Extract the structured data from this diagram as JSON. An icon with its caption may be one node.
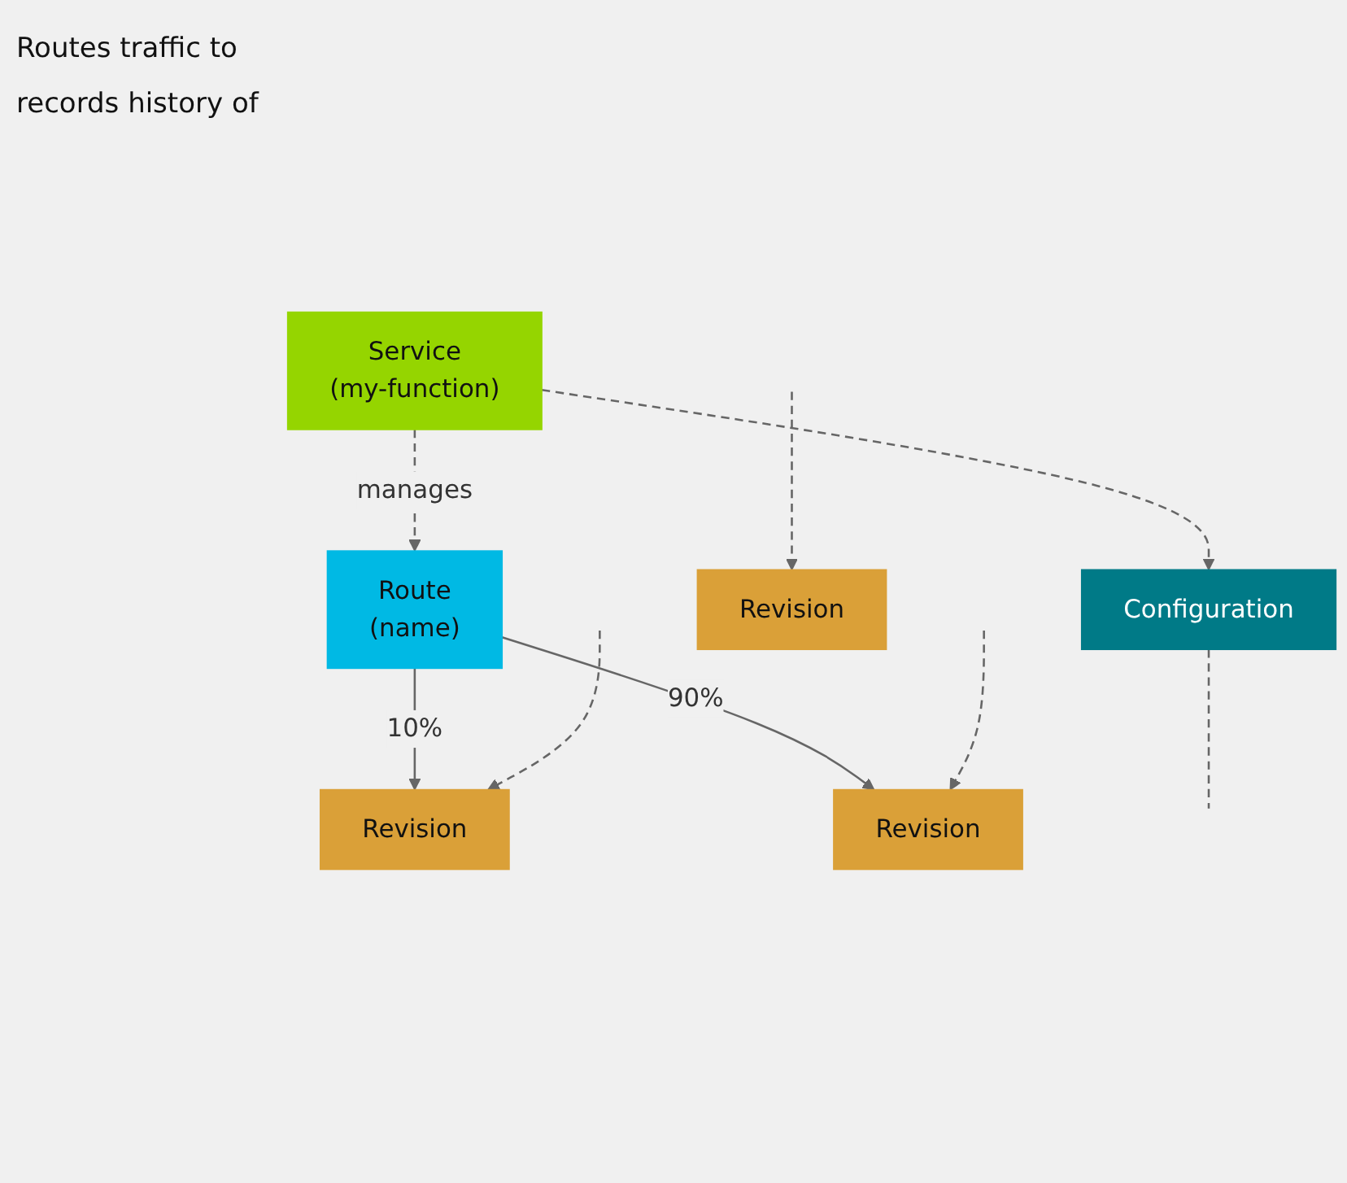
{
  "diagram": {
    "nodes": [
      {
        "text": [
          "Service",
          "(my-function)"
        ]
      },
      {
        "text": [
          "Route",
          "(name)"
        ]
      },
      {
        "text": [
          "Configuration"
        ]
      },
      {
        "text": [
          "Revision"
        ]
      },
      {
        "text": [
          "Revision"
        ]
      },
      {
        "text": [
          "Revision"
        ]
      }
    ],
    "edges": [
      {
        "from": 0,
        "to": 1,
        "arrow": "to",
        "style": "dashed",
        "label": "manages"
      },
      {
        "from": 0,
        "to": 2,
        "arrow": "to",
        "style": "dashed"
      },
      {
        "from": 1,
        "to": 3,
        "arrow": "to",
        "label": "10%"
      },
      {
        "from": 1,
        "to": 4,
        "arrow": "to",
        "label": "90%"
      },
      {
        "from": 2,
        "to": null,
        "arrow": "none",
        "style": "dashed"
      },
      {
        "from": null,
        "to": 3,
        "arrow": "to",
        "style": "dashed"
      },
      {
        "from": null,
        "to": 4,
        "arrow": "to",
        "style": "dashed"
      },
      {
        "from": null,
        "to": 5,
        "arrow": "to",
        "style": "dashed"
      }
    ],
    "labels": [
      "Routes traffic to",
      "records history of"
    ]
  }
}
